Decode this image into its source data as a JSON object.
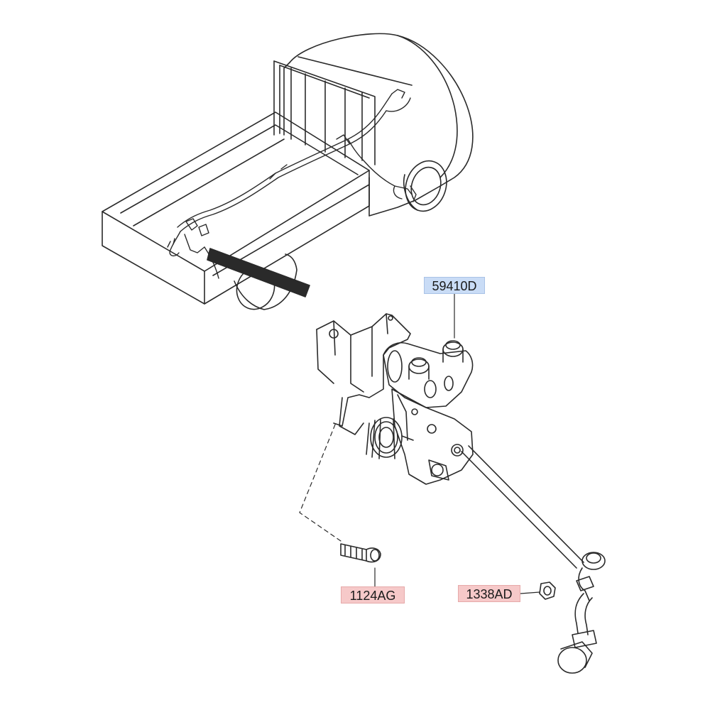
{
  "diagram": {
    "parts": [
      {
        "code": "59410D",
        "color": "#c9dcf6"
      },
      {
        "code": "1124AG",
        "color": "#f6c9c9"
      },
      {
        "code": "1338AD",
        "color": "#f6c9c9"
      }
    ],
    "colors": {
      "line": "#2a2a2a",
      "background": "#ffffff"
    }
  }
}
